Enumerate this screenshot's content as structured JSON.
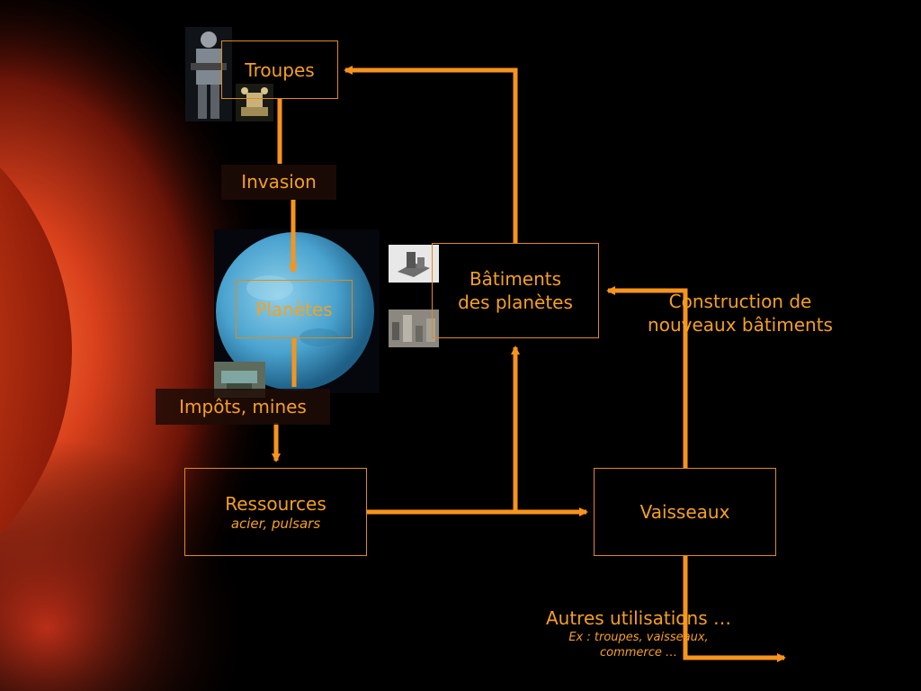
{
  "nodes": {
    "troupes": "Troupes",
    "planetes": "Planètes",
    "batiments_line1": "Bâtiments",
    "batiments_line2": "des planètes",
    "ressources": "Ressources",
    "ressources_sub": "acier, pulsars",
    "vaisseaux": "Vaisseaux"
  },
  "edge_labels": {
    "invasion": "Invasion",
    "impots": "Impôts, mines",
    "construction_line1": "Construction de",
    "construction_line2": "nouveaux bâtiments",
    "autres": "Autres utilisations …",
    "autres_note_line1": "Ex : troupes, vaisseaux,",
    "autres_note_line2": "commerce …"
  },
  "colors": {
    "accent": "#f5a020",
    "arrow": "#f7941d",
    "box_border": "#e08a1c",
    "background": "#000000",
    "planet_blue": "#4aa3cf"
  },
  "icons": [
    "soldier-image",
    "building-thumbnail",
    "city-thumbnail",
    "base-thumbnail"
  ]
}
